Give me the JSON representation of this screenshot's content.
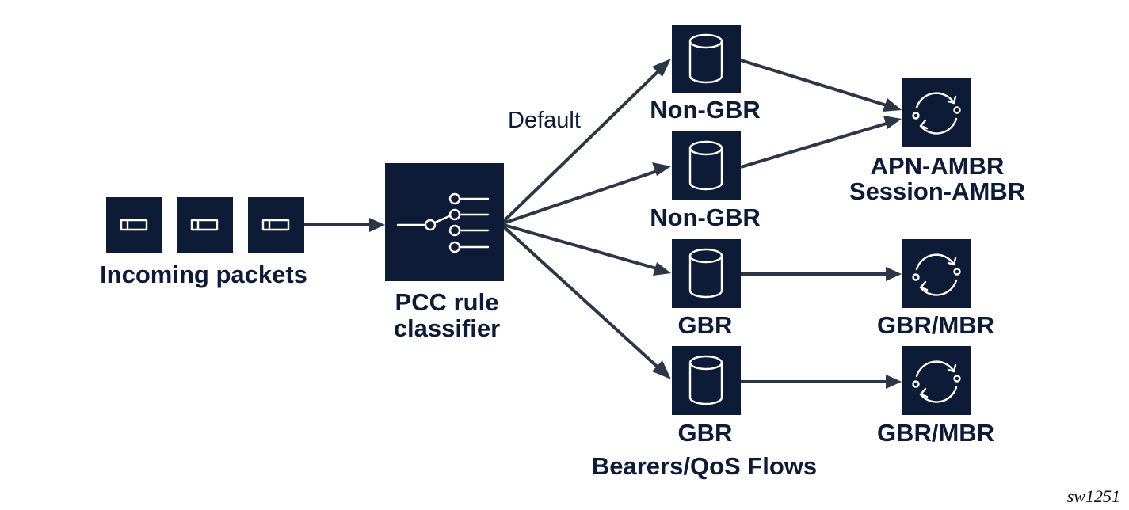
{
  "colors": {
    "node_fill": "#0e1b36",
    "icon_stroke": "#ffffff",
    "edge": "#2c3646",
    "text": "#0e1b36"
  },
  "nodes": {
    "packets": {
      "label": "Incoming packets",
      "icon": "packet-icon",
      "count": 3
    },
    "classifier": {
      "label_line1": "PCC rule",
      "label_line2": "classifier",
      "icon": "switch-selector-icon"
    },
    "bearers": [
      {
        "label": "Non-GBR",
        "icon": "cylinder-database-icon"
      },
      {
        "label": "Non-GBR",
        "icon": "cylinder-database-icon"
      },
      {
        "label": "GBR",
        "icon": "cylinder-database-icon"
      },
      {
        "label": "GBR",
        "icon": "cylinder-database-icon"
      }
    ],
    "policers": [
      {
        "label_line1": "APN-AMBR",
        "label_line2": "Session-AMBR",
        "icon": "cycle-arrows-icon"
      },
      {
        "label_line1": "GBR/MBR",
        "label_line2": "",
        "icon": "cycle-arrows-icon"
      },
      {
        "label_line1": "GBR/MBR",
        "label_line2": "",
        "icon": "cycle-arrows-icon"
      }
    ]
  },
  "edges": [
    {
      "from": "packets",
      "to": "classifier",
      "label": ""
    },
    {
      "from": "classifier",
      "to": "bearer-1",
      "label": "Default"
    },
    {
      "from": "classifier",
      "to": "bearer-2",
      "label": ""
    },
    {
      "from": "classifier",
      "to": "bearer-3",
      "label": ""
    },
    {
      "from": "classifier",
      "to": "bearer-4",
      "label": ""
    },
    {
      "from": "bearer-1",
      "to": "policer-1",
      "label": ""
    },
    {
      "from": "bearer-2",
      "to": "policer-1",
      "label": ""
    },
    {
      "from": "bearer-3",
      "to": "policer-2",
      "label": ""
    },
    {
      "from": "bearer-4",
      "to": "policer-3",
      "label": ""
    }
  ],
  "group_label": "Bearers/QoS Flows",
  "figure_id": "sw1251"
}
